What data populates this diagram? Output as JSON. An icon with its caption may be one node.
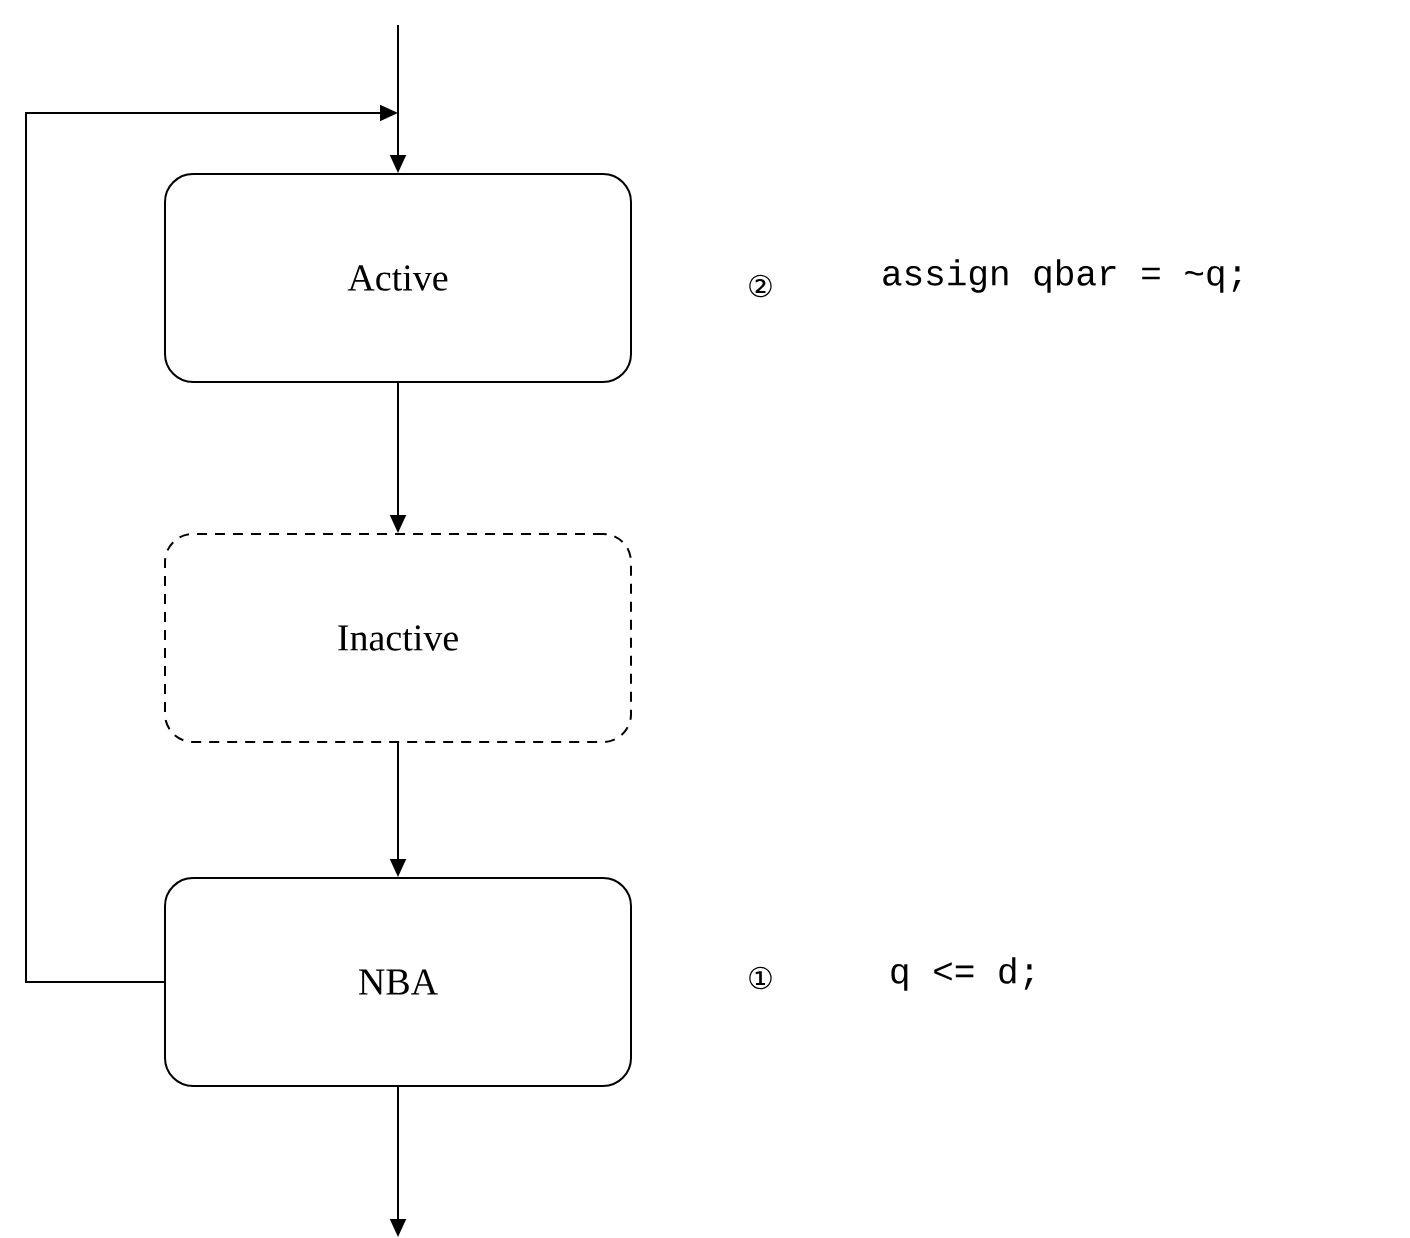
{
  "diagram": {
    "nodes": [
      {
        "text": [
          "Active"
        ],
        "beside": [
          "②",
          "assign qbar = ~q;"
        ]
      },
      {
        "text": [
          "Inactive"
        ]
      },
      {
        "text": [
          "NBA"
        ],
        "beside": [
          "①",
          "q <= d;"
        ]
      }
    ],
    "edges": [
      {
        "from": null,
        "to": 0,
        "arrow": "to"
      },
      {
        "from": 0,
        "to": 1,
        "arrow": "to"
      },
      {
        "from": 1,
        "to": 2,
        "arrow": "to"
      },
      {
        "from": 2,
        "to": 0,
        "arrow": "to"
      },
      {
        "from": 2,
        "to": null,
        "arrow": "to"
      }
    ]
  }
}
